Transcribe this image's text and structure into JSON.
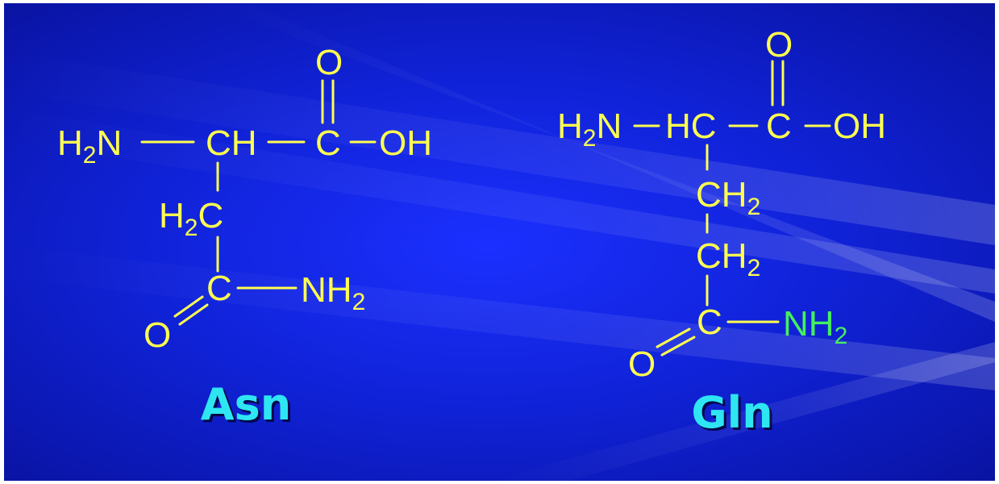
{
  "colors": {
    "background": "#0f1fd0",
    "structure": "#ffff4f",
    "label": "#2ee6f2",
    "highlight": "#44f05c"
  },
  "asn": {
    "name": "Asn",
    "amine_h": "H",
    "amine_sub": "2",
    "amine_n": "N",
    "alpha_carbon": "CH",
    "carboxyl_carbon": "C",
    "carboxyl_o": "O",
    "hydroxyl": "OH",
    "beta_h": "H",
    "beta_sub": "2",
    "beta_c": "C",
    "amide_carbon": "C",
    "amide_o": "O",
    "amide_nh": "NH",
    "amide_sub": "2"
  },
  "gln": {
    "name": "Gln",
    "amine_h": "H",
    "amine_sub": "2",
    "amine_n": "N",
    "alpha_carbon": "HC",
    "carboxyl_carbon": "C",
    "carboxyl_o": "O",
    "hydroxyl": "OH",
    "beta_ch": "CH",
    "beta_sub": "2",
    "gamma_ch": "CH",
    "gamma_sub": "2",
    "amide_carbon": "C",
    "amide_o": "O",
    "amide_nh": "NH",
    "amide_sub": "2"
  }
}
